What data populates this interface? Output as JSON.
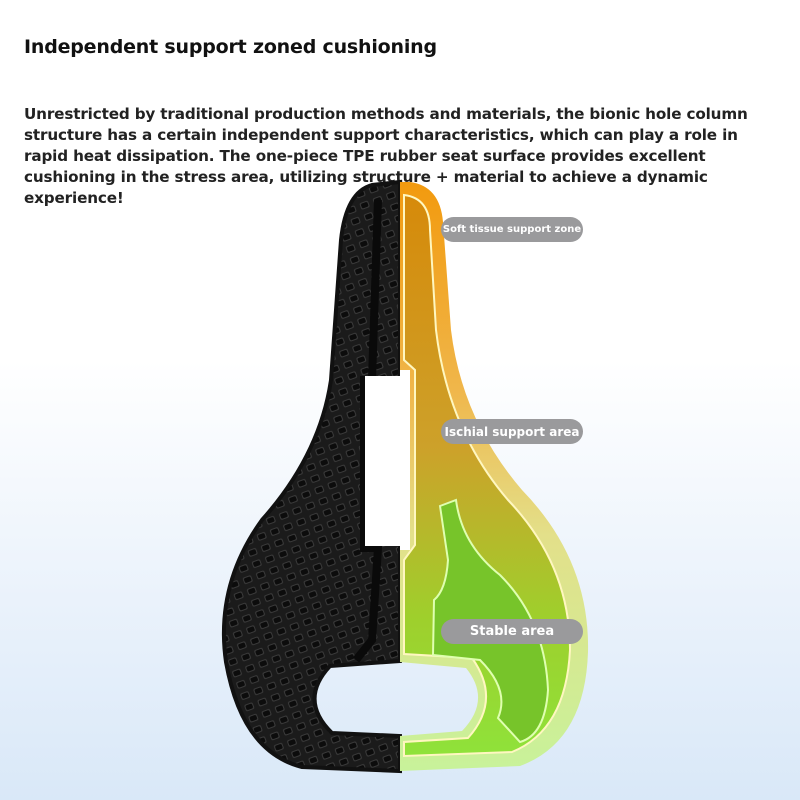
{
  "heading": "Independent support zoned cushioning",
  "description": "Unrestricted by traditional production methods and materials, the bionic hole column structure has a certain independent support characteristics, which can play a role in rapid heat dissipation. The one-piece TPE rubber seat surface provides excellent cushioning in the stress area, utilizing structure + material to achieve a dynamic experience!",
  "zones": [
    {
      "label": "Soft tissue support zone"
    },
    {
      "label": "Ischial support area"
    },
    {
      "label": "Stable area"
    }
  ],
  "colors": {
    "orange": "#f29a0e",
    "green": "#8fdc2c",
    "pill": "#9a9a9c",
    "saddle": "#1c1c1c"
  }
}
